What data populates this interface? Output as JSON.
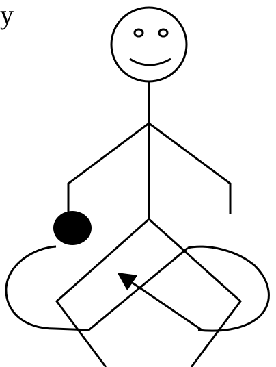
{
  "corner_text": "y",
  "colors": {
    "stroke": "#000000",
    "background": "#ffffff",
    "ball": "#000000"
  },
  "figure": {
    "head": "smiley-face",
    "held_object": "black-ball",
    "arrow_direction": "up-left"
  }
}
